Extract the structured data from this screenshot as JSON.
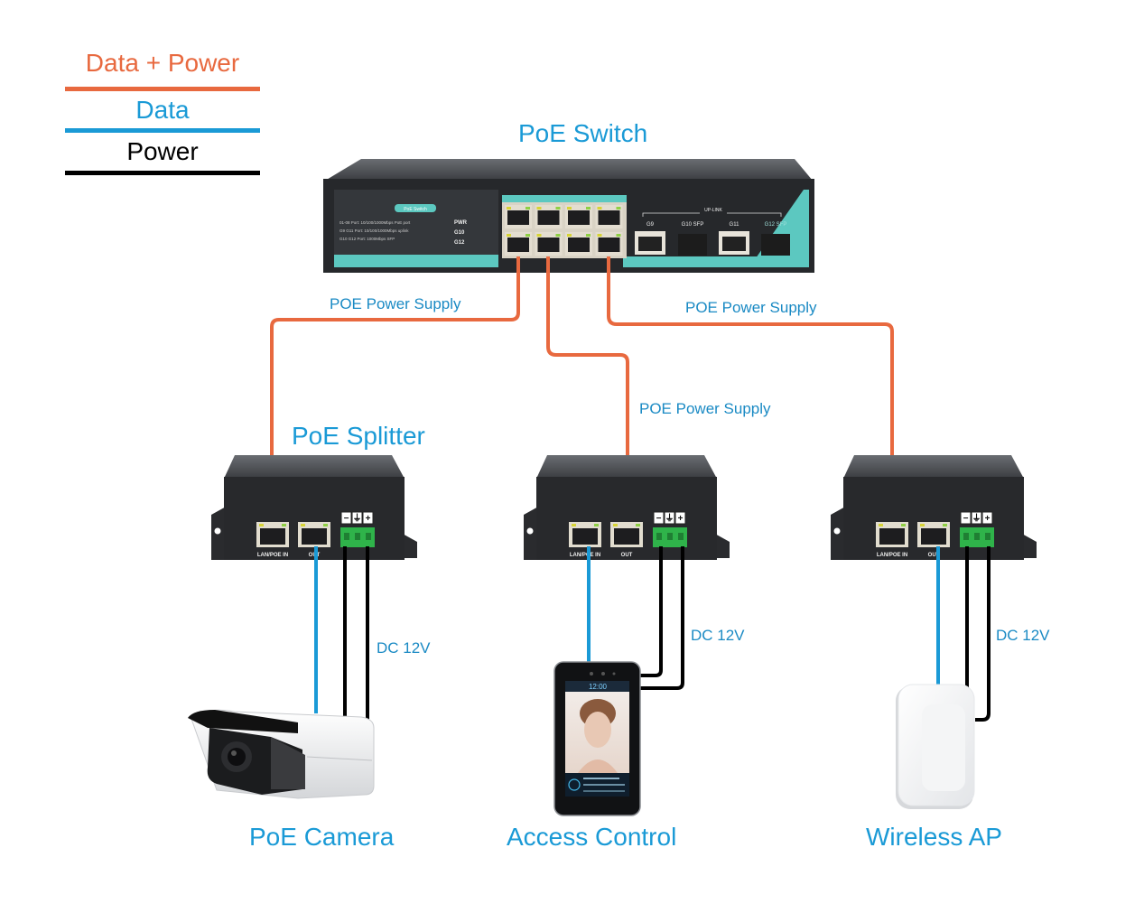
{
  "legend": {
    "items": [
      {
        "label": "Data + Power",
        "color": "#e8693f"
      },
      {
        "label": "Data",
        "color": "#1a9ad6"
      },
      {
        "label": "Power",
        "color": "#000000"
      }
    ]
  },
  "colors": {
    "data_power": "#e8693f",
    "data": "#1a9ad6",
    "power": "#000000",
    "title": "#1a9ad6",
    "device_body": "#2b2d30",
    "accent_teal": "#5cc8c0",
    "terminal_green": "#2fb34a"
  },
  "switch": {
    "title": "PoE Switch",
    "badge": "PoE Switch",
    "spec_lines": [
      "01-08 Port: 10/100/1000Mbps PoE port",
      "G9 G11 Port: 10/100/1000Mbps uplink",
      "G10 G12 Port: 1000Mbps SFP"
    ],
    "led_labels": [
      "PWR",
      "G10",
      "G12"
    ],
    "uplink_label": "UP-LINK",
    "uplink_ports": [
      "G9",
      "G10 SFP",
      "G11",
      "G12 SFP"
    ]
  },
  "cables": {
    "poe_label": "POE Power Supply",
    "dc_label": "DC 12V"
  },
  "splitters": [
    {
      "title": "PoE Splitter",
      "port_in": "LAN/POE IN",
      "port_out": "OUT",
      "terminal": [
        "−",
        "⏚",
        "+"
      ]
    },
    {
      "title": "",
      "port_in": "LAN/POE IN",
      "port_out": "OUT",
      "terminal": [
        "−",
        "⏚",
        "+"
      ]
    },
    {
      "title": "",
      "port_in": "LAN/POE IN",
      "port_out": "OUT",
      "terminal": [
        "−",
        "⏚",
        "+"
      ]
    }
  ],
  "devices": [
    {
      "label": "PoE Camera",
      "icon": "bullet-camera-icon"
    },
    {
      "label": "Access Control",
      "icon": "face-recognition-terminal-icon",
      "screen_time": "12:00"
    },
    {
      "label": "Wireless AP",
      "icon": "wireless-access-point-icon"
    }
  ]
}
